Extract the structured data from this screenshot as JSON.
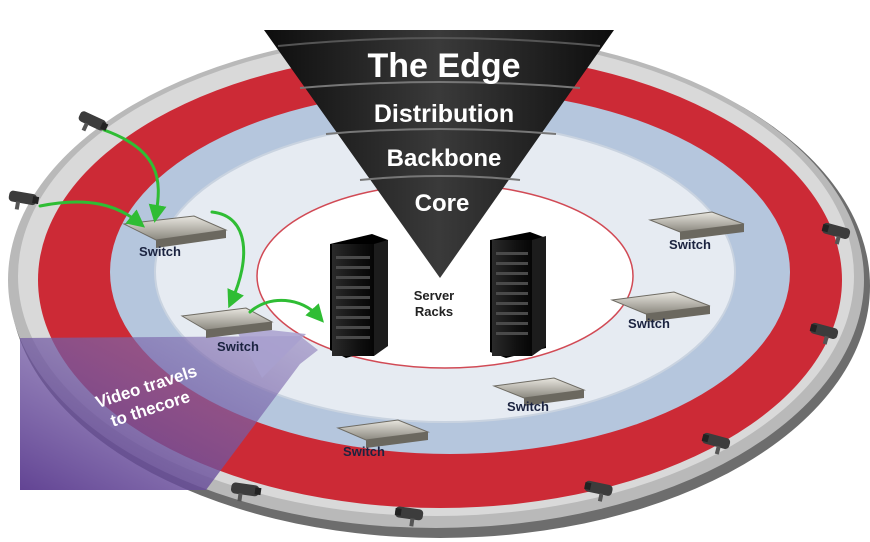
{
  "funnel": {
    "levels": [
      "The Edge",
      "Distribution",
      "Backbone",
      "Core"
    ]
  },
  "center": {
    "label_line1": "Server",
    "label_line2": "Racks"
  },
  "switches": [
    "Switch",
    "Switch",
    "Switch",
    "Switch",
    "Switch",
    "Switch"
  ],
  "callout": {
    "line1": "Video travels",
    "line2": "to thecore"
  },
  "colors": {
    "outer_ring": "#cc2a36",
    "distribution_ring": "#b5c6dd",
    "backbone_ring": "#e6ebf2",
    "core_center": "#ffffff",
    "funnel": "#1a1a1a",
    "arrow": "#33c23a",
    "callout": "#6a4a9a"
  },
  "icons": {
    "camera": "security-camera-icon",
    "switch": "network-switch-icon",
    "rack": "server-rack-icon"
  }
}
